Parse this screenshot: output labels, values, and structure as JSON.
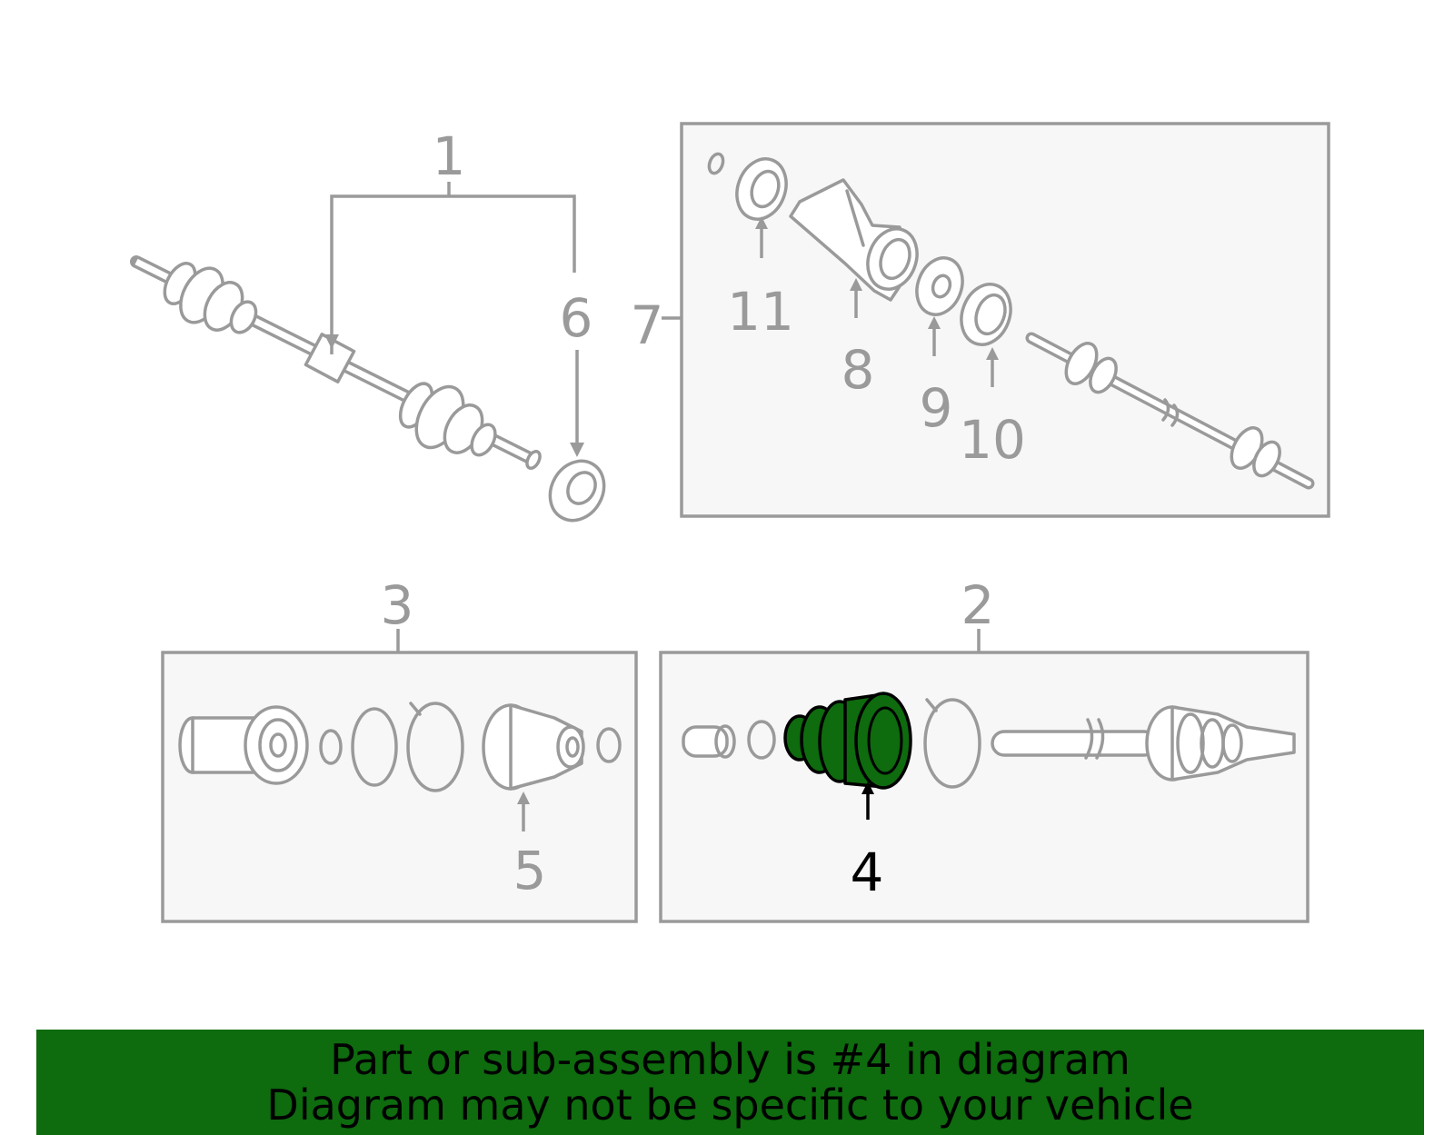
{
  "diagram": {
    "callouts": {
      "c1": "1",
      "c2": "2",
      "c3": "3",
      "c4": "4",
      "c5": "5",
      "c6": "6",
      "c7": "7",
      "c8": "8",
      "c9": "9",
      "c10": "10",
      "c11": "11"
    },
    "highlighted_part": "4",
    "colors": {
      "highlight_fill": "#0e6b0e",
      "line_art": "#9a9a9a",
      "box_fill": "#f7f7f7",
      "banner_bg": "#0e6b0e"
    }
  },
  "banner": {
    "line1": "Part or sub-assembly is #4 in diagram",
    "line2": "Diagram may not be specific to your vehicle"
  }
}
